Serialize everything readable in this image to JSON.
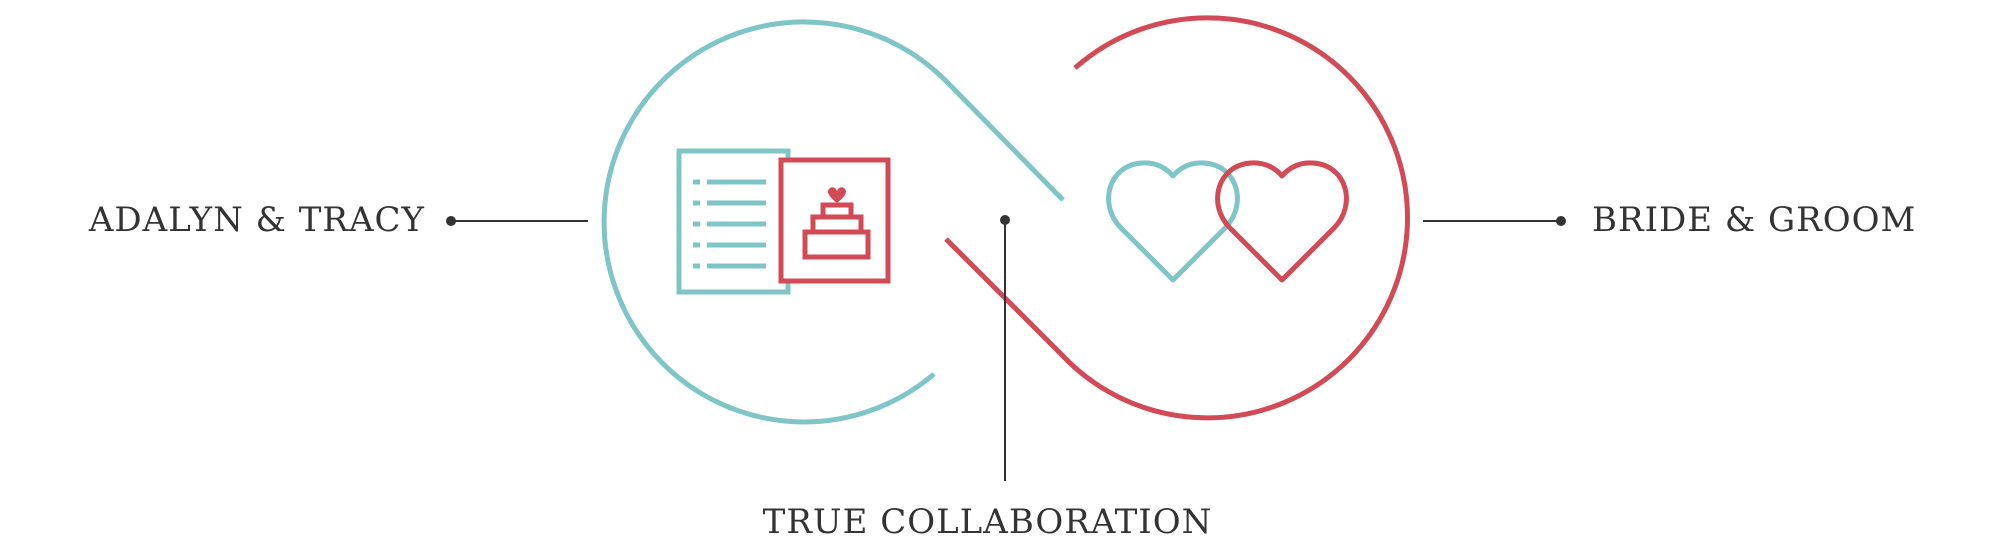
{
  "labels": {
    "left": "ADALYN & TRACY",
    "right": "BRIDE & GROOM",
    "bottom": "TRUE COLLABORATION"
  },
  "colors": {
    "teal": "#7fc4c6",
    "red": "#d24a56",
    "ink": "#333333",
    "background": "#ffffff"
  },
  "icons": {
    "left_loop": [
      "document-icon",
      "wedding-cake-icon"
    ],
    "right_loop": [
      "interlocking-hearts-icon"
    ]
  }
}
